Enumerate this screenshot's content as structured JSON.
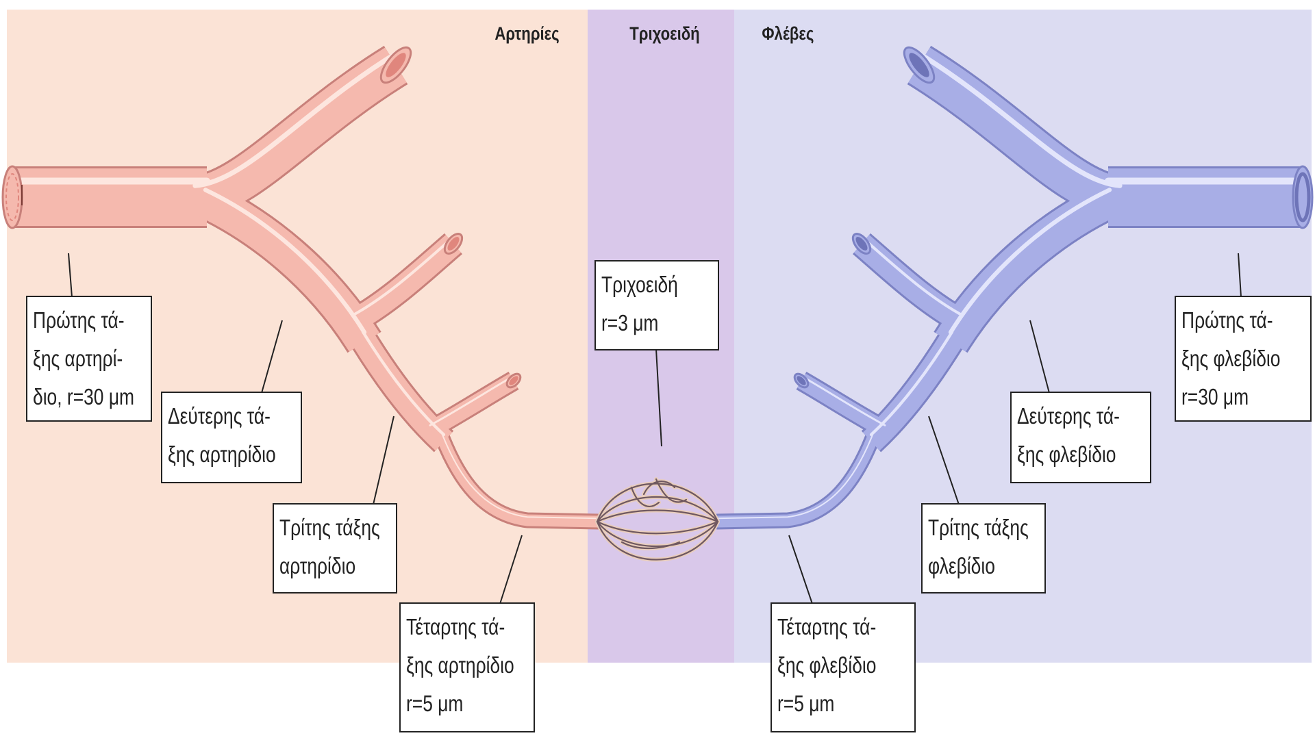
{
  "headers": {
    "arteries": "Αρτηρίες",
    "capillaries": "Τριχοειδή",
    "veins": "Φλέβες"
  },
  "labels": {
    "artery_1": [
      "Πρώτης τά-",
      "ξης αρτηρί-",
      "διο, r=30 μm"
    ],
    "artery_2": [
      "Δεύτερης τά-",
      "ξης αρτηρίδιο"
    ],
    "artery_3": [
      "Τρίτης τάξης",
      "αρτηρίδιο"
    ],
    "artery_4": [
      "Τέταρτης τά-",
      "ξης αρτηρίδιο",
      "r=5 μm"
    ],
    "capillary": [
      "Τριχοειδή",
      "r=3 μm"
    ],
    "vein_4": [
      "Τέταρτης τά-",
      "ξης φλεβίδιο",
      "r=5 μm"
    ],
    "vein_3": [
      "Τρίτης τάξης",
      "φλεβίδιο"
    ],
    "vein_2": [
      "Δεύτερης τά-",
      "ξης φλεβίδιο"
    ],
    "vein_1": [
      "Πρώτης τά-",
      "ξης φλεβίδιο",
      "r=30 μm"
    ]
  },
  "colors": {
    "artery_region": "#fbe3d6",
    "capillary_region": "#d9c8ea",
    "vein_region": "#dcdcf2",
    "artery_outline": "#c8807a",
    "artery_fill": "#f5b9ae",
    "artery_highlight": "#fde6df",
    "artery_lumen": "#e0867d",
    "vein_outline": "#7c82c4",
    "vein_fill": "#a8aee6",
    "vein_highlight": "#e3e5fb",
    "vein_lumen": "#6e74b8",
    "capillary_stroke": "#6f5860",
    "capillary_fill": "#e9cdbc"
  }
}
